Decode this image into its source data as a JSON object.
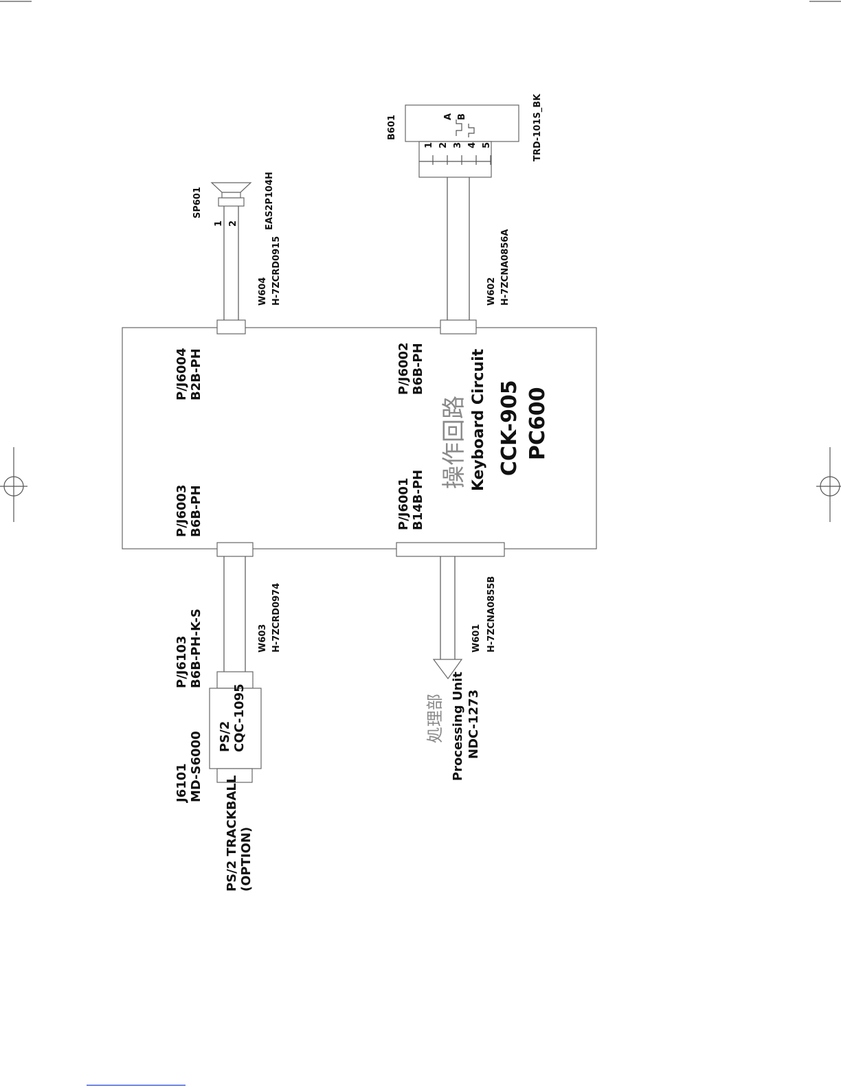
{
  "main_board": {
    "title_cjk": "操作回路",
    "title_en": "Keyboard Circuit",
    "model": "CCK-905",
    "board": "PC600"
  },
  "connectors": {
    "pj6004": {
      "ref": "P/J6004",
      "type": "B2B-PH"
    },
    "pj6003": {
      "ref": "P/J6003",
      "type": "B6B-PH"
    },
    "pj6002": {
      "ref": "P/J6002",
      "type": "B6B-PH"
    },
    "pj6001": {
      "ref": "P/J6001",
      "type": "B14B-PH"
    },
    "pj6103": {
      "ref": "P/J6103",
      "type": "B6B-PH-K-S"
    },
    "j6101": {
      "ref": "J6101",
      "type": "MD-S6000"
    }
  },
  "cables": {
    "w604": {
      "ref": "W604",
      "part": "H-7ZCRD0915"
    },
    "w602": {
      "ref": "W602",
      "part": "H-7ZCNA0856A"
    },
    "w603": {
      "ref": "W603",
      "part": "H-7ZCRD0974"
    },
    "w601": {
      "ref": "W601",
      "part": "H-7ZCNA0855B"
    }
  },
  "speaker": {
    "ref": "SP601",
    "part": "EAS2P104H",
    "pins": [
      "1",
      "2"
    ]
  },
  "encoder": {
    "ref": "B601",
    "part": "TRD-101S_BK",
    "pins": [
      "1",
      "2",
      "3",
      "4",
      "5"
    ],
    "phase_a": "A",
    "phase_b": "B"
  },
  "ps2": {
    "label": "PS/2",
    "part": "CQC-1095"
  },
  "trackball": {
    "line1": "PS/2 TRACKBALL",
    "line2": "(OPTION)"
  },
  "processing": {
    "title_cjk": "処理部",
    "title_en": "Processing Unit",
    "model": "NDC-1273"
  }
}
